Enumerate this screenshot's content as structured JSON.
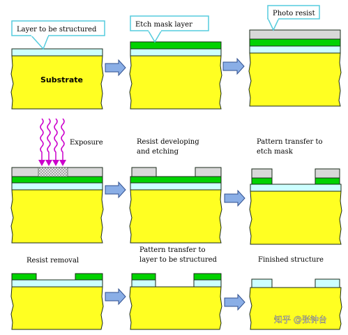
{
  "labels": {
    "layer": "Layer to be structured",
    "etch_mask": "Etch mask layer",
    "photo_resist": "Photo resist",
    "substrate": "Substrate",
    "exposure": "Exposure",
    "developing_1": "Resist developing",
    "developing_2": "and etching",
    "transfer_mask_1": "Pattern transfer to",
    "transfer_mask_2": "etch mask",
    "resist_removal": "Resist removal",
    "transfer_layer_1": "Pattern transfer to",
    "transfer_layer_2": "layer to be structured",
    "finished": "Finished structure"
  },
  "watermark": "知乎 @张钟台",
  "colors": {
    "substrate": "#ffff22",
    "structured_layer": "#ccffff",
    "etch_mask": "#00d200",
    "resist": "#d8d8d8",
    "arrow": "#8aaee6",
    "exposure": "#cc00cc",
    "callout_border": "#55ccdd"
  },
  "icons": [
    "right-arrow-icon",
    "uv-light-icon"
  ]
}
